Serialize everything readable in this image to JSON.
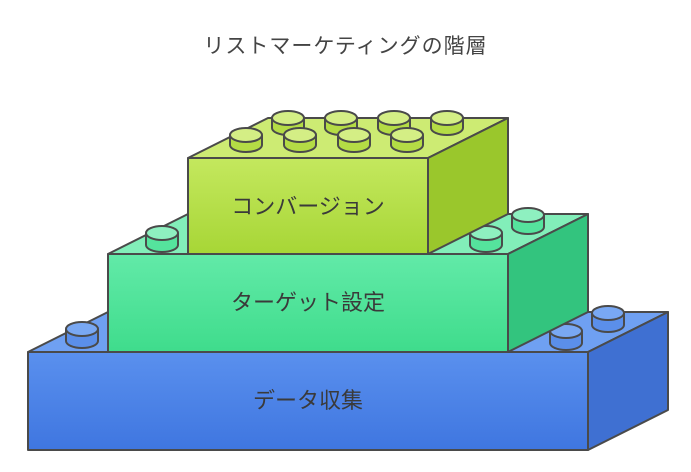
{
  "diagram": {
    "title": "リストマーケティングの階層",
    "layers": [
      {
        "label": "コンバージョン",
        "front": "#b5df3f",
        "top": "#c9ea6b",
        "side": "#98c22a"
      },
      {
        "label": "ターゲット設定",
        "front": "#4ee69a",
        "top": "#7bedb5",
        "side": "#35c780"
      },
      {
        "label": "データ収集",
        "front": "#4f86ea",
        "top": "#6e9df0",
        "side": "#3d6fd0"
      }
    ]
  }
}
